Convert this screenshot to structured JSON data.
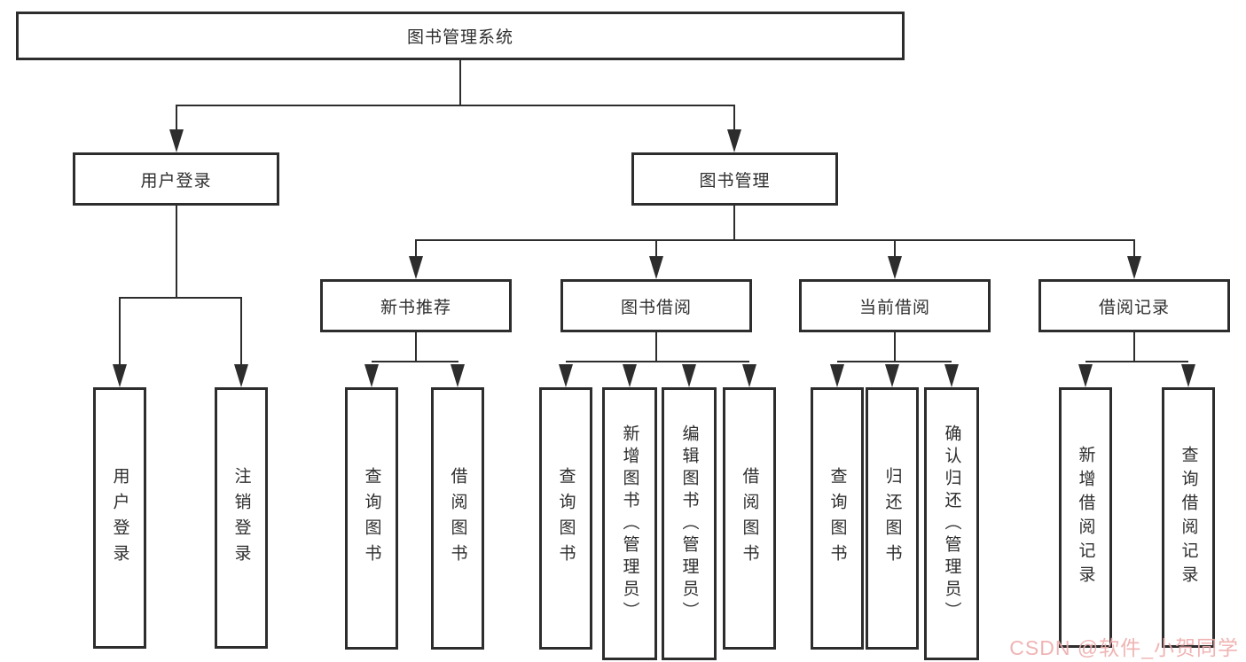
{
  "diagram_type": "hierarchy-tree",
  "colors": {
    "line": "#2d2d2d",
    "text": "#2e2e2e",
    "box_background": "#ffffff",
    "page_background": "#ffffff",
    "watermark": "rgba(238,172,172,0.9)"
  },
  "tree": {
    "root": {
      "label": "图书管理系统"
    },
    "branches": [
      {
        "label": "用户登录",
        "leaves": [
          {
            "label": "用户登录"
          },
          {
            "label": "注销登录"
          }
        ]
      },
      {
        "label": "图书管理",
        "groups": [
          {
            "label": "新书推荐",
            "leaves": [
              {
                "label": "查询图书"
              },
              {
                "label": "借阅图书"
              }
            ]
          },
          {
            "label": "图书借阅",
            "leaves": [
              {
                "label": "查询图书"
              },
              {
                "label": "新增图书（管理员）"
              },
              {
                "label": "编辑图书（管理员）"
              },
              {
                "label": "借阅图书"
              }
            ]
          },
          {
            "label": "当前借阅",
            "leaves": [
              {
                "label": "查询图书"
              },
              {
                "label": "归还图书"
              },
              {
                "label": "确认归还（管理员）"
              }
            ]
          },
          {
            "label": "借阅记录",
            "leaves": [
              {
                "label": "新增借阅记录"
              },
              {
                "label": "查询借阅记录"
              }
            ]
          }
        ]
      }
    ]
  },
  "watermark": {
    "text": "CSDN @软件_小贺同学"
  }
}
